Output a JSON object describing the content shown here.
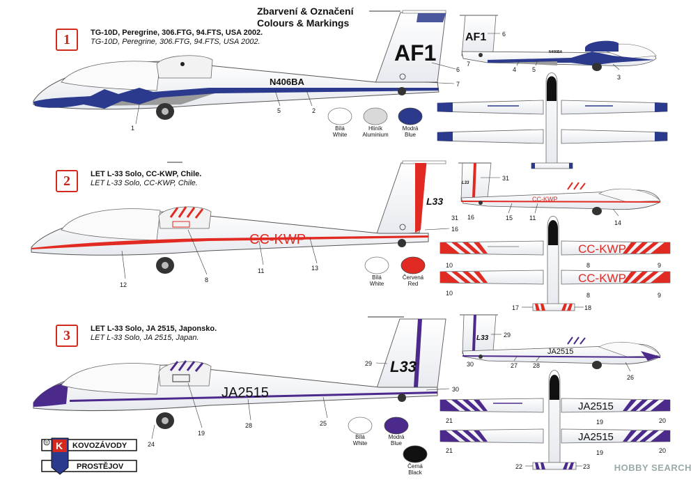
{
  "header": {
    "line1": "Zbarvení & Označení",
    "line2": "Colours & Markings"
  },
  "schemes": [
    {
      "number": "1",
      "title_cz": "TG-10D, Peregrine, 306.FTG, 94.FTS, USA 2002.",
      "title_en": "TG-10D, Peregrine, 306.FTG, 94.FTS, USA 2002.",
      "registration": "N406BA",
      "fin_code": "AF1",
      "colors": [
        {
          "cz": "Bílá",
          "en": "White",
          "hex": "#ffffff"
        },
        {
          "cz": "Hliník",
          "en": "Aluminium",
          "hex": "#d9d9d9"
        },
        {
          "cz": "Modrá",
          "en": "Blue",
          "hex": "#2b3a8c"
        }
      ]
    },
    {
      "number": "2",
      "title_cz": "LET L-33 Solo, CC-KWP, Chile.",
      "title_en": "LET L-33 Solo, CC-KWP, Chile.",
      "registration": "CC-KWP",
      "fin_code": "L33",
      "colors": [
        {
          "cz": "Bílá",
          "en": "White",
          "hex": "#ffffff"
        },
        {
          "cz": "Červená",
          "en": "Red",
          "hex": "#e02a22"
        }
      ]
    },
    {
      "number": "3",
      "title_cz": "LET L-33 Solo, JA 2515, Japonsko.",
      "title_en": "LET L-33 Solo, JA 2515, Japan.",
      "registration": "JA2515",
      "fin_code": "L33",
      "colors": [
        {
          "cz": "Bílá",
          "en": "White",
          "hex": "#ffffff"
        },
        {
          "cz": "Modrá",
          "en": "Blue",
          "hex": "#4b2a8c"
        },
        {
          "cz": "Černá",
          "en": "Black",
          "hex": "#111111"
        }
      ]
    }
  ],
  "callouts": {
    "s1_side": [
      "1",
      "2",
      "5",
      "6",
      "7"
    ],
    "s1_small": [
      "6",
      "7",
      "4",
      "5",
      "3"
    ],
    "s2_side": [
      "31",
      "16",
      "13",
      "11",
      "12",
      "8"
    ],
    "s2_small": [
      "31",
      "16",
      "15",
      "11",
      "14"
    ],
    "s2_wing": [
      "10",
      "8",
      "9",
      "10",
      "8",
      "9",
      "17",
      "18"
    ],
    "s3_side": [
      "29",
      "30",
      "25",
      "28",
      "24",
      "19"
    ],
    "s3_small": [
      "29",
      "30",
      "27",
      "28",
      "26"
    ],
    "s3_wing": [
      "21",
      "19",
      "20",
      "21",
      "19",
      "20",
      "22",
      "23"
    ]
  },
  "logo": {
    "line1": "KOVOZÁVODY",
    "line2": "PROSTĚJOV",
    "mark": "K",
    "reg": "®"
  },
  "watermark": "HOBBY SEARCH",
  "accents": {
    "red": "#d42a1c",
    "blue1": "#2b3a8c",
    "purple": "#4b2a8c"
  }
}
